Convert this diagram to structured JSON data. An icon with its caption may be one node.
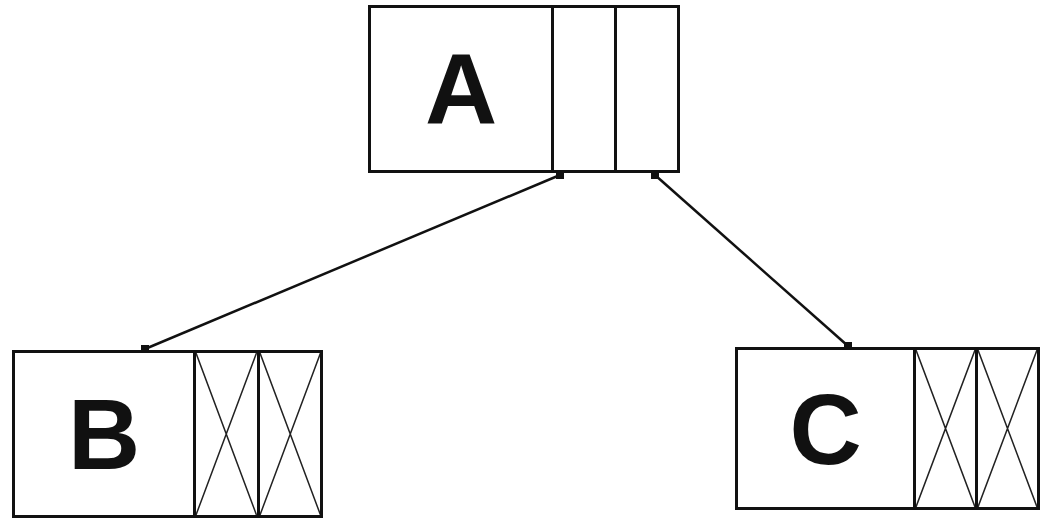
{
  "diagram": {
    "nodes": [
      {
        "text": [
          "A"
        ]
      },
      {
        "text": [
          "B"
        ]
      },
      {
        "text": [
          "C"
        ]
      }
    ],
    "edges": [
      {
        "from": 0,
        "to": 1,
        "arrow": "other"
      },
      {
        "from": 0,
        "to": 2,
        "arrow": "other"
      }
    ]
  }
}
